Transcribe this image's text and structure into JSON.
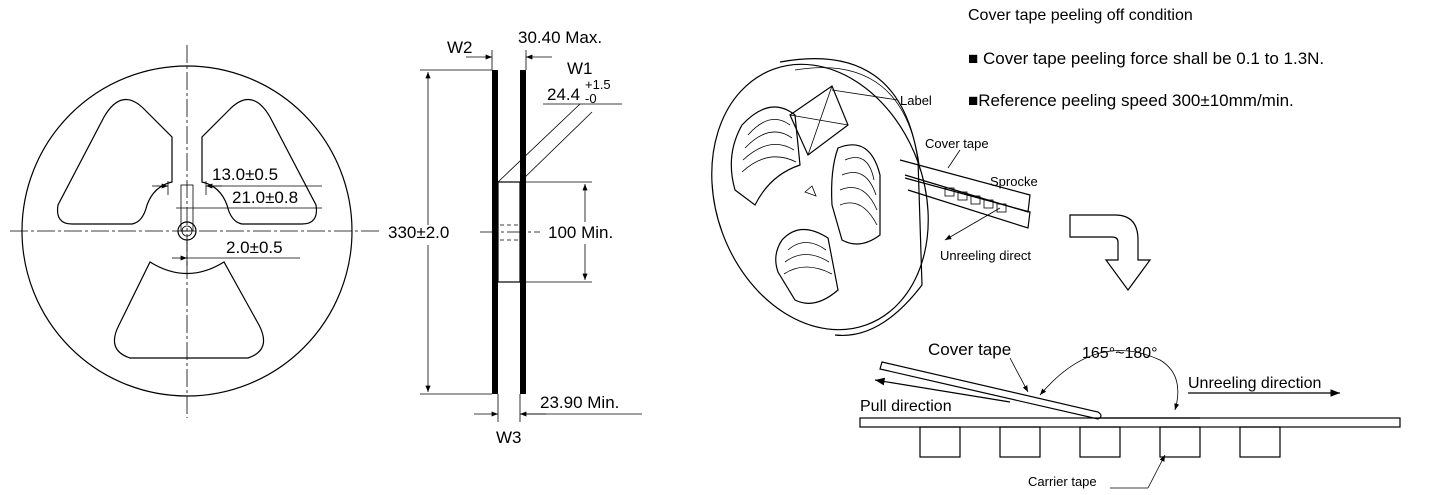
{
  "reel_front": {
    "dim_hub_inner": "13.0±0.5",
    "dim_hub_outer": "21.0±0.8",
    "dim_slot": "2.0±0.5"
  },
  "reel_side": {
    "label_w2": "W2",
    "dim_width_max": "30.40 Max.",
    "label_w1": "W1",
    "dim_w1_base": "24.4",
    "dim_w1_plus": "+1.5",
    "dim_w1_minus": "-0",
    "dim_diameter": "330±2.0",
    "dim_hub_min": "100 Min.",
    "dim_width_min": "23.90 Min.",
    "label_w3": "W3"
  },
  "reel_3d": {
    "label": "Label",
    "cover_tape": "Cover tape",
    "sprocket": "Sprocke",
    "unreeling": "Unreeling direct"
  },
  "notes": {
    "title": "Cover tape peeling off condition",
    "line1": "■ Cover tape peeling force shall be 0.1 to 1.3N.",
    "line2": "■Reference peeling speed 300±10mm/min."
  },
  "peel": {
    "cover_tape": "Cover tape",
    "angle": "165°~180°",
    "unreeling": "Unreeling direction",
    "pull": "Pull direction",
    "carrier": "Carrier tape"
  }
}
